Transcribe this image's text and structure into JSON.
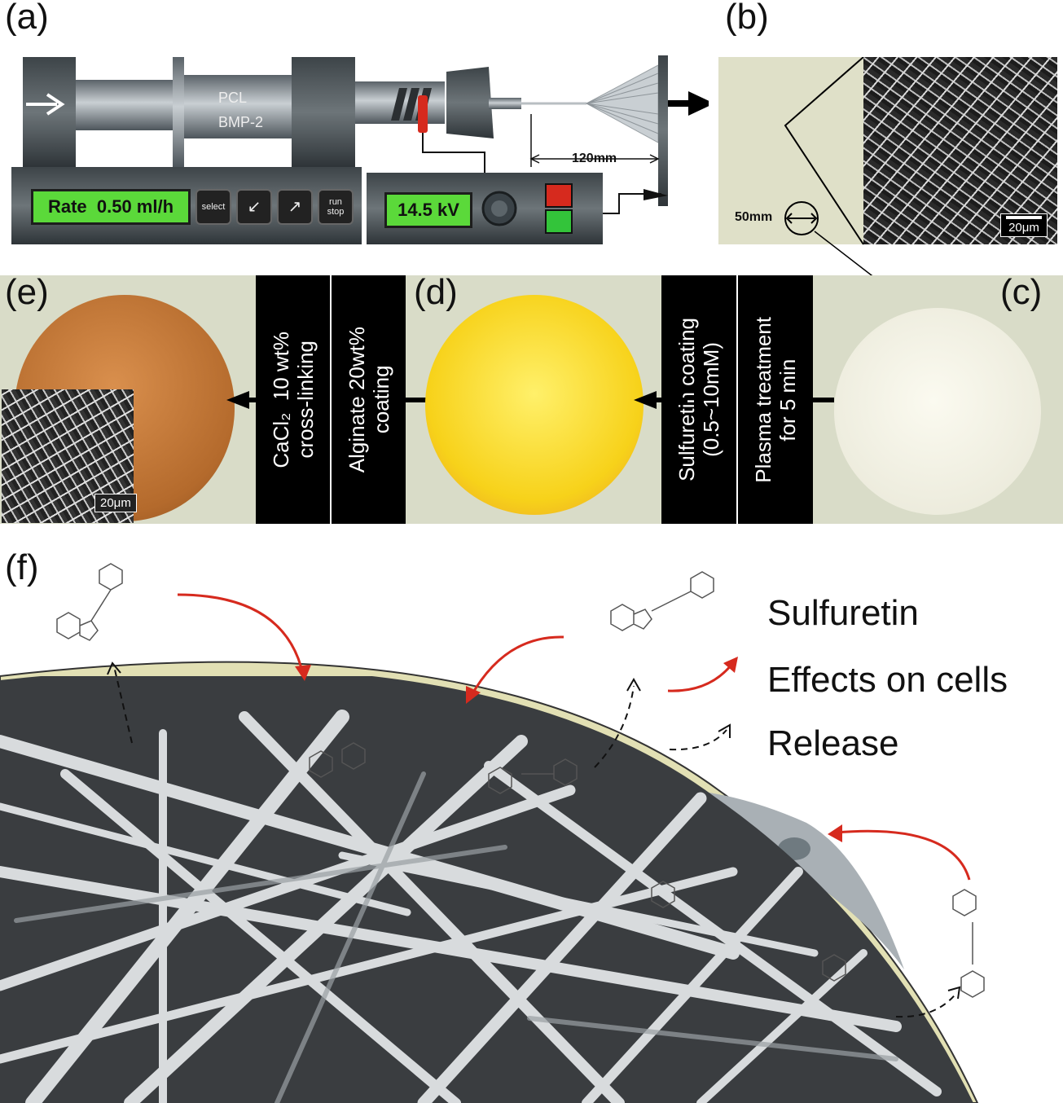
{
  "panels": {
    "a": "(a)",
    "b": "(b)",
    "c": "(c)",
    "d": "(d)",
    "e": "(e)",
    "f": "(f)"
  },
  "pump": {
    "syringe_label_1": "PCL",
    "syringe_label_2": "BMP-2",
    "rate_display": "Rate  0.50 ml/h",
    "buttons": [
      "select",
      "",
      "",
      "run\nstop"
    ]
  },
  "voltage": {
    "display": "14.5 kV",
    "distance": "120mm"
  },
  "panel_b": {
    "diameter": "50mm",
    "scale": "20μm"
  },
  "panel_e": {
    "scale": "20μm"
  },
  "steps": {
    "c_to_d_line1": "Sulfuretin coating\n(0.5~10mM)",
    "c_to_d_line2": "Plasma treatment\nfor 5 min",
    "d_to_e_line1": "CaCl₂  10 wt%\ncross-linking",
    "d_to_e_line2": "Alginate 20wt%\ncoating"
  },
  "legend": {
    "sulfuretin": "Sulfuretin",
    "effects": "Effects on cells",
    "release": "Release"
  },
  "colors": {
    "red_arrow": "#d62a1e",
    "lcd_green": "#5bd93a",
    "membrane_yellow": "#f7d21a",
    "coated_orange": "#c87a3a"
  }
}
